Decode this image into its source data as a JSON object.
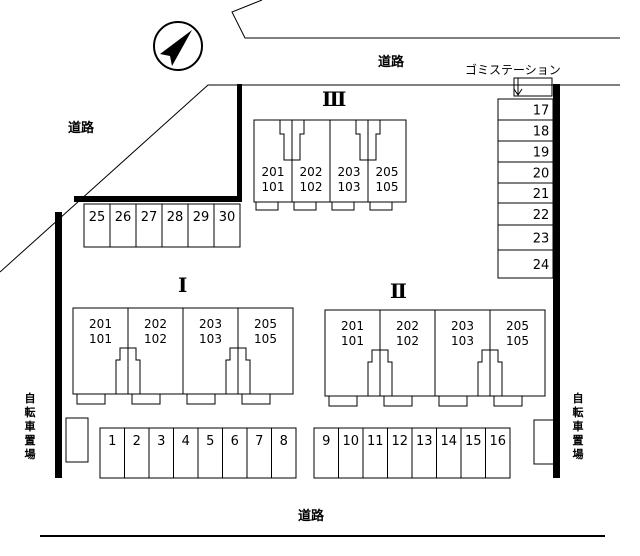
{
  "roads": {
    "top": "道路",
    "left": "道路",
    "bottom": "道路"
  },
  "garbage_station": "ゴミステーション",
  "bike_parking": "自転車置場",
  "buildings": {
    "III": {
      "label": "Ⅲ",
      "units": [
        [
          "201",
          "101"
        ],
        [
          "202",
          "102"
        ],
        [
          "203",
          "103"
        ],
        [
          "205",
          "105"
        ]
      ]
    },
    "I": {
      "label": "Ⅰ",
      "units": [
        [
          "201",
          "101"
        ],
        [
          "202",
          "102"
        ],
        [
          "203",
          "103"
        ],
        [
          "205",
          "105"
        ]
      ]
    },
    "II": {
      "label": "Ⅱ",
      "units": [
        [
          "201",
          "101"
        ],
        [
          "202",
          "102"
        ],
        [
          "203",
          "103"
        ],
        [
          "205",
          "105"
        ]
      ]
    }
  },
  "parking": {
    "top_row": [
      "25",
      "26",
      "27",
      "28",
      "29",
      "30"
    ],
    "right_column": [
      "17",
      "18",
      "19",
      "20",
      "21",
      "22",
      "23",
      "24"
    ],
    "bottom_left": [
      "1",
      "2",
      "3",
      "4",
      "5",
      "6",
      "7",
      "8"
    ],
    "bottom_right": [
      "9",
      "10",
      "11",
      "12",
      "13",
      "14",
      "15",
      "16"
    ]
  }
}
